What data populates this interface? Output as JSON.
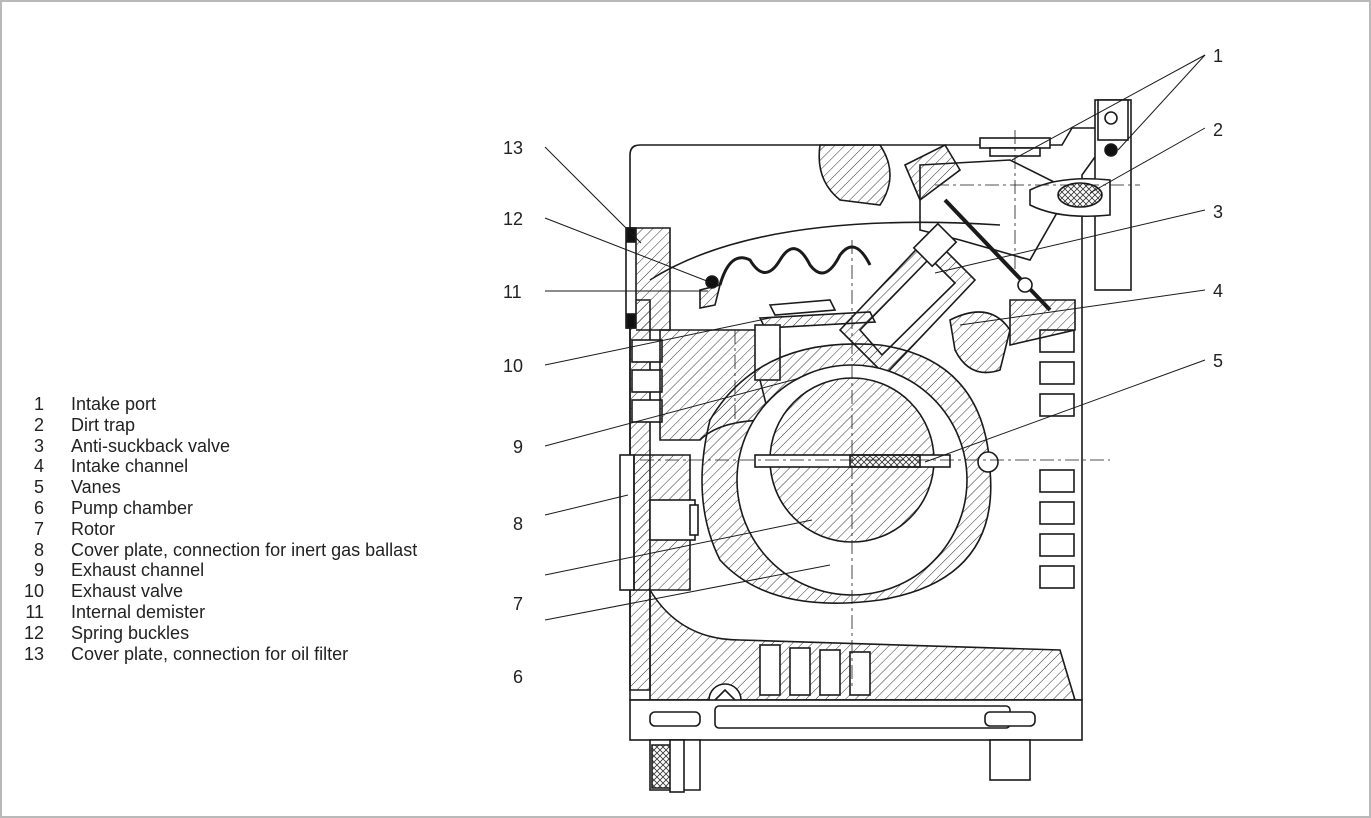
{
  "colors": {
    "line": "#1a1a1a",
    "frame": "#b9b9b9",
    "hatch": "#333333"
  },
  "legend": [
    {
      "num": "1",
      "text": "Intake port"
    },
    {
      "num": "2",
      "text": "Dirt trap"
    },
    {
      "num": "3",
      "text": "Anti-suckback valve"
    },
    {
      "num": "4",
      "text": "Intake channel"
    },
    {
      "num": "5",
      "text": "Vanes"
    },
    {
      "num": "6",
      "text": "Pump chamber"
    },
    {
      "num": "7",
      "text": "Rotor"
    },
    {
      "num": "8",
      "text": "Cover plate, connection for inert gas ballast"
    },
    {
      "num": "9",
      "text": "Exhaust channel"
    },
    {
      "num": "10",
      "text": "Exhaust valve"
    },
    {
      "num": "11",
      "text": "Internal demister"
    },
    {
      "num": "12",
      "text": "Spring buckles"
    },
    {
      "num": "13",
      "text": "Cover plate, connection for oil filter"
    }
  ],
  "callouts": [
    "1",
    "2",
    "3",
    "4",
    "5",
    "6",
    "7",
    "8",
    "9",
    "10",
    "11",
    "12",
    "13"
  ]
}
